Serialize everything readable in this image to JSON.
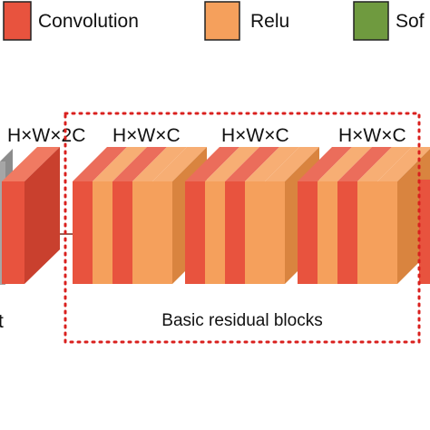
{
  "colors": {
    "convolution": "#e8533e",
    "convolution_dark": "#c9402e",
    "relu": "#f5a05c",
    "relu_dark": "#d9843f",
    "softmax": "#6f9a3f",
    "gray": "#9e9e9e",
    "line": "#7a2e20",
    "dotted_box": "#d9201e"
  },
  "legend": [
    {
      "label": "Convolution",
      "color_key": "convolution"
    },
    {
      "label": "Relu",
      "color_key": "relu"
    },
    {
      "label": "Sof",
      "color_key": "softmax"
    }
  ],
  "dimension_labels": [
    "H×W×2C",
    "H×W×C",
    "H×W×C",
    "H×W×C"
  ],
  "block_layers": [
    "convolution",
    "relu",
    "convolution",
    "relu",
    "relu"
  ],
  "group_label": "Basic residual blocks",
  "cut_text": "t"
}
